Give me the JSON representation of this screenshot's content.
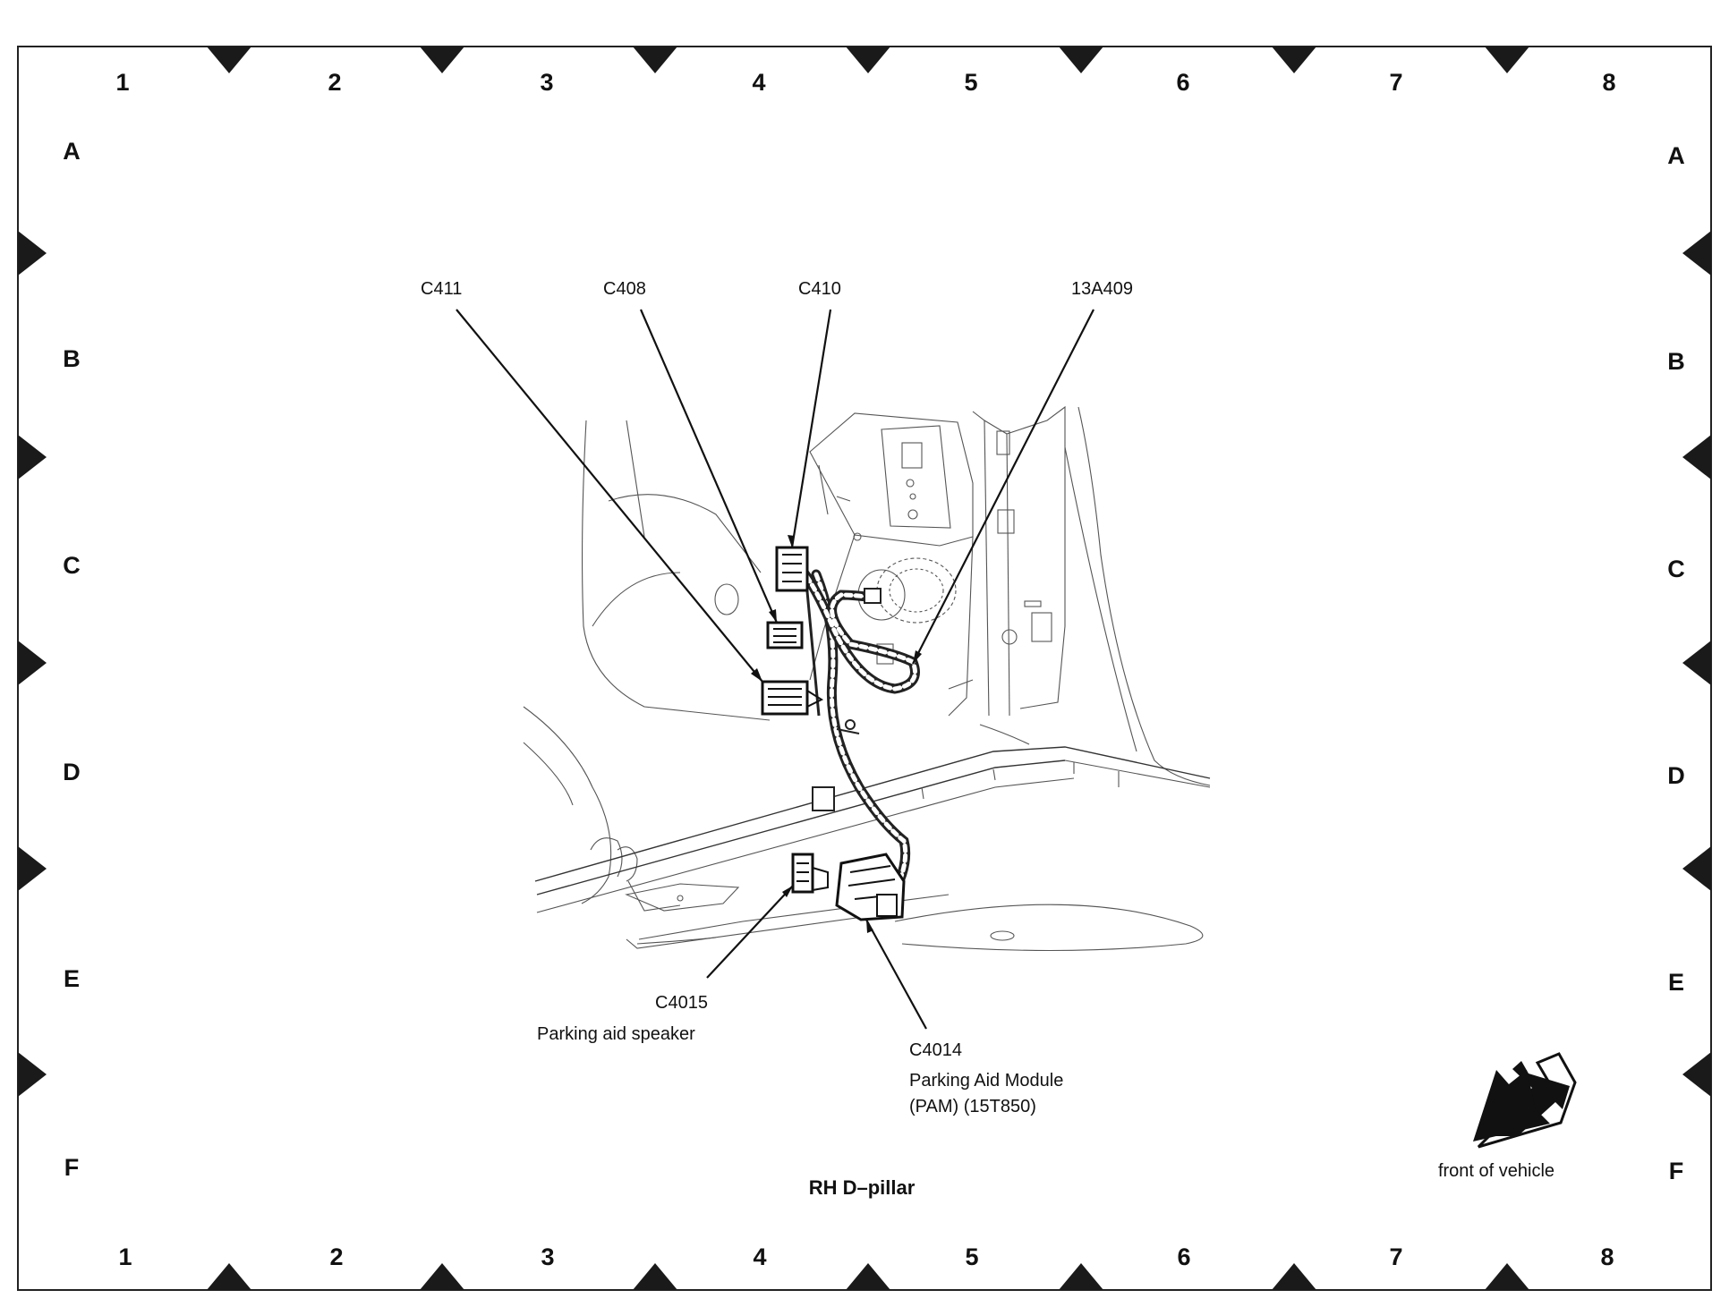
{
  "grid": {
    "columns": [
      "1",
      "2",
      "3",
      "4",
      "5",
      "6",
      "7",
      "8"
    ],
    "rows": [
      "A",
      "B",
      "C",
      "D",
      "E",
      "F"
    ]
  },
  "callouts": {
    "c411": "C411",
    "c408": "C408",
    "c410": "C410",
    "harness": "13A409",
    "c4015": "C4015",
    "c4015_desc": "Parking aid speaker",
    "c4014": "C4014",
    "c4014_desc_1": "Parking Aid Module",
    "c4014_desc_2": "(PAM) (15T850)"
  },
  "title": "RH D–pillar",
  "orientation": {
    "label": "front of vehicle",
    "icon": "direction-arrow-icon"
  }
}
